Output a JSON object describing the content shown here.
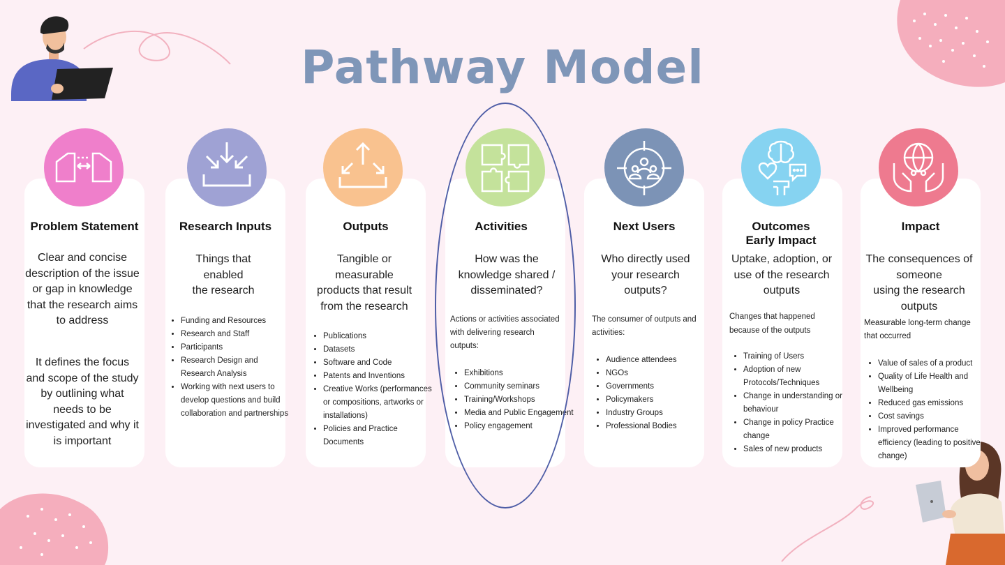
{
  "title": "Pathway Model",
  "colors": {
    "problem": "#ef7fcb",
    "inputs": "#9fa2d4",
    "outputs": "#f9c28f",
    "activities": "#c4e29b",
    "next_users": "#7c93b6",
    "outcomes": "#86d3f1",
    "impact": "#ee7a8f",
    "highlight_ring": "#4e5da6"
  },
  "columns": [
    {
      "id": "problem",
      "title": "Problem Statement",
      "icon": "bridge-gap-icon",
      "description": "Clear and concise description of the issue or gap in knowledge that the research aims to address",
      "description2": "It defines the focus and scope of the study by outlining what needs to be investigated and why it is important"
    },
    {
      "id": "inputs",
      "title": "Research Inputs",
      "icon": "download-tray-icon",
      "description": "Things that enabled the research",
      "items": [
        "Funding and Resources",
        "Research and Staff",
        "Participants",
        "Research Design and Research Analysis",
        "Working with next users to develop questions and build collaboration and partnerships"
      ]
    },
    {
      "id": "outputs",
      "title": "Outputs",
      "icon": "upload-arrows-icon",
      "description": "Tangible or measurable products that result from the research",
      "items": [
        "Publications",
        "Datasets",
        "Software and Code",
        "Patents and Inventions",
        "Creative Works (performances or compositions, artworks or installations)",
        "Policies and Practice Documents"
      ]
    },
    {
      "id": "activities",
      "title": "Activities",
      "icon": "puzzle-hands-icon",
      "description": "How was the knowledge shared / disseminated?",
      "intro": "Actions or activities associated with delivering  research outputs:",
      "items": [
        "Exhibitions",
        "Community seminars",
        "Training/Workshops",
        "Media and Public Engagement",
        "Policy engagement"
      ]
    },
    {
      "id": "next_users",
      "title": "Next Users",
      "icon": "target-audience-icon",
      "description": "Who directly used your research outputs?",
      "intro": "The consumer of outputs and activities:",
      "items": [
        "Audience attendees",
        "NGOs",
        "Governments",
        "Policymakers",
        "Industry Groups",
        "Professional Bodies"
      ]
    },
    {
      "id": "outcomes",
      "title": "Outcomes",
      "title2": "Early Impact",
      "icon": "mind-heart-chat-icon",
      "description": "Uptake, adoption, or use of the research outputs",
      "intro": "Changes that happened because of the outputs",
      "items": [
        "Training of Users",
        "Adoption of new Protocols/Techniques",
        "Change in understanding or behaviour",
        "Change in policy Practice change",
        "Sales of new products"
      ]
    },
    {
      "id": "impact",
      "title": "Impact",
      "icon": "globe-hands-icon",
      "description": "The consequences of someone using the research outputs",
      "intro": "Measurable long-term  change that occurred",
      "items": [
        "Value of sales of a product",
        "Quality of Life Health and Wellbeing",
        "Reduced gas emissions",
        "Cost savings",
        "Improved performance efficiency (leading to positive change)"
      ]
    }
  ]
}
